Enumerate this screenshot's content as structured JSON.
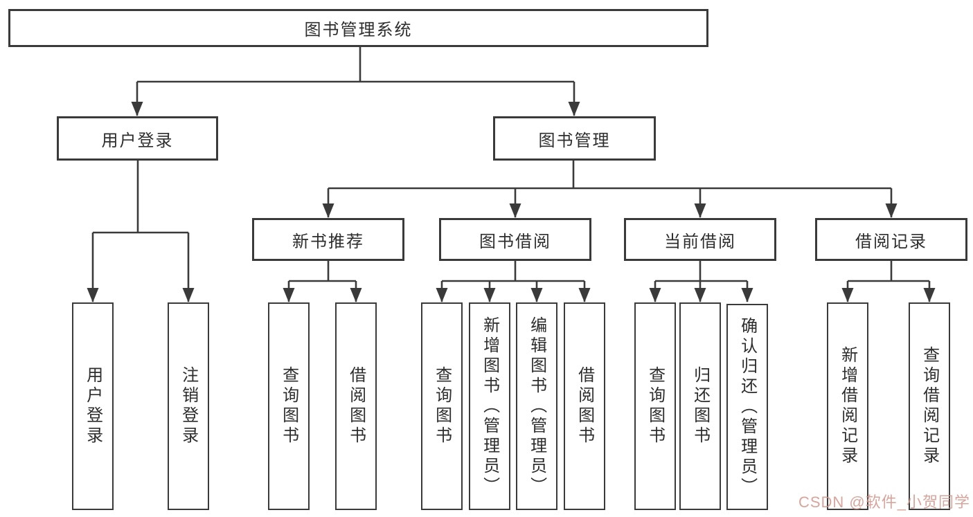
{
  "diagram": {
    "type": "tree-structure-chart",
    "colors": {
      "line": "#3A3A3A",
      "text": "#2D2D2D",
      "background": "#FFFFFF",
      "watermark": "#D2958A"
    },
    "watermark": {
      "text": "CSDN @软件_小贺同学"
    },
    "tree": {
      "label": "图书管理系统",
      "children": [
        {
          "label": "用户登录",
          "children": [
            {
              "label": "用户登录"
            },
            {
              "label": "注销登录"
            }
          ]
        },
        {
          "label": "图书管理",
          "children": [
            {
              "label": "新书推荐",
              "children": [
                {
                  "label": "查询图书"
                },
                {
                  "label": "借阅图书"
                }
              ]
            },
            {
              "label": "图书借阅",
              "children": [
                {
                  "label": "查询图书"
                },
                {
                  "label": "新增图书（管理员）"
                },
                {
                  "label": "编辑图书（管理员）"
                },
                {
                  "label": "借阅图书"
                }
              ]
            },
            {
              "label": "当前借阅",
              "children": [
                {
                  "label": "查询图书"
                },
                {
                  "label": "归还图书"
                },
                {
                  "label": "确认归还（管理员）"
                }
              ]
            },
            {
              "label": "借阅记录",
              "children": [
                {
                  "label": "新增借阅记录"
                },
                {
                  "label": "查询借阅记录"
                }
              ]
            }
          ]
        }
      ]
    }
  }
}
